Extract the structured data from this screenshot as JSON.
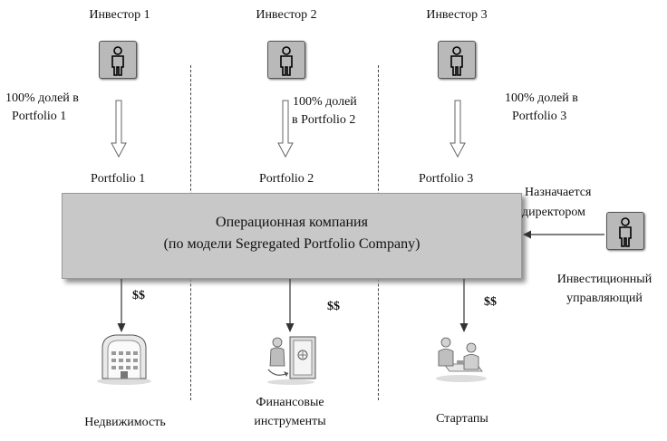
{
  "investors": [
    {
      "name": "Инвестор 1",
      "share_line1": "100% долей в",
      "share_line2": "Portfolio 1",
      "portfolio": "Portfolio 1"
    },
    {
      "name": "Инвестор 2",
      "share_line1": "100% долей",
      "share_line2": "в Portfolio 2",
      "portfolio": "Portfolio 2"
    },
    {
      "name": "Инвестор 3",
      "share_line1": "100% долей в",
      "share_line2": "Portfolio 3",
      "portfolio": "Portfolio 3"
    }
  ],
  "company": {
    "line1": "Операционная компания",
    "line2": "(по модели Segregated Portfolio Company)"
  },
  "manager": {
    "appoint_line1": "Назначается",
    "appoint_line2": "директором",
    "label_line1": "Инвестиционный",
    "label_line2": "управляющий"
  },
  "money_label": "$$",
  "assets": [
    {
      "line1": "Недвижимость",
      "line2": "",
      "icon": "building-icon"
    },
    {
      "line1": "Финансовые",
      "line2": "инструменты",
      "icon": "safe-icon"
    },
    {
      "line1": "Стартапы",
      "line2": "",
      "icon": "meeting-icon"
    }
  ],
  "colors": {
    "box": "#c8c8c8",
    "person_box": "#b9b9b9"
  }
}
